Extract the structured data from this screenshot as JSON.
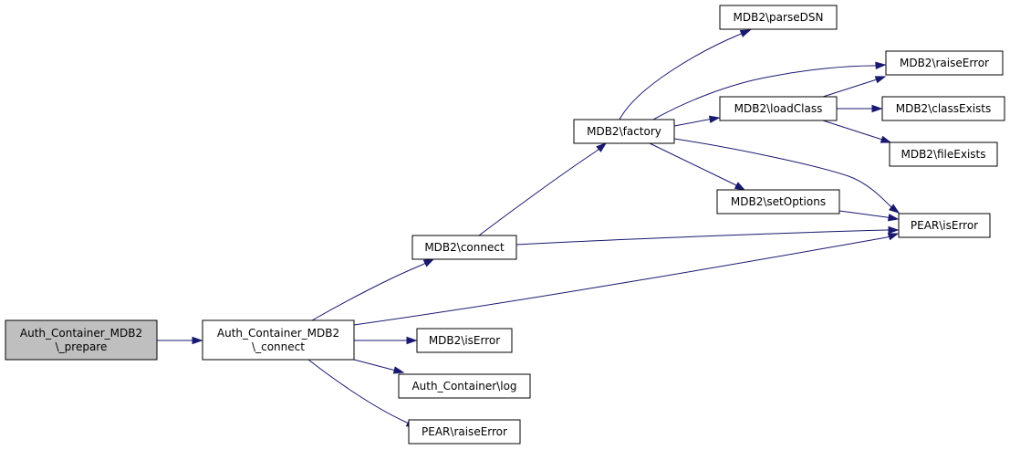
{
  "colors": {
    "root_fill": "#bfbfbf",
    "node_fill": "#ffffff",
    "edge": "#191970"
  },
  "nodes": [
    {
      "id": "root",
      "lines": [
        "Auth_Container_MDB2",
        "\\_prepare"
      ],
      "is_root": true
    },
    {
      "id": "connect_private",
      "lines": [
        "Auth_Container_MDB2",
        "\\_connect"
      ]
    },
    {
      "id": "mdb2_connect",
      "lines": [
        "MDB2\\connect"
      ]
    },
    {
      "id": "mdb2_iserror",
      "lines": [
        "MDB2\\isError"
      ]
    },
    {
      "id": "auth_log",
      "lines": [
        "Auth_Container\\log"
      ]
    },
    {
      "id": "pear_raiseerror",
      "lines": [
        "PEAR\\raiseError"
      ]
    },
    {
      "id": "mdb2_factory",
      "lines": [
        "MDB2\\factory"
      ]
    },
    {
      "id": "pear_iserror",
      "lines": [
        "PEAR\\isError"
      ]
    },
    {
      "id": "mdb2_parsedsn",
      "lines": [
        "MDB2\\parseDSN"
      ]
    },
    {
      "id": "mdb2_raiseerror",
      "lines": [
        "MDB2\\raiseError"
      ]
    },
    {
      "id": "mdb2_loadclass",
      "lines": [
        "MDB2\\loadClass"
      ]
    },
    {
      "id": "mdb2_setoptions",
      "lines": [
        "MDB2\\setOptions"
      ]
    },
    {
      "id": "mdb2_classexists",
      "lines": [
        "MDB2\\classExists"
      ]
    },
    {
      "id": "mdb2_fileexists",
      "lines": [
        "MDB2\\fileExists"
      ]
    }
  ],
  "edges": [
    {
      "from": "root",
      "to": "connect_private"
    },
    {
      "from": "connect_private",
      "to": "mdb2_connect"
    },
    {
      "from": "connect_private",
      "to": "pear_iserror"
    },
    {
      "from": "connect_private",
      "to": "mdb2_iserror"
    },
    {
      "from": "connect_private",
      "to": "auth_log"
    },
    {
      "from": "connect_private",
      "to": "pear_raiseerror"
    },
    {
      "from": "mdb2_connect",
      "to": "mdb2_factory"
    },
    {
      "from": "mdb2_connect",
      "to": "pear_iserror"
    },
    {
      "from": "mdb2_factory",
      "to": "mdb2_parsedsn"
    },
    {
      "from": "mdb2_factory",
      "to": "mdb2_raiseerror"
    },
    {
      "from": "mdb2_factory",
      "to": "mdb2_loadclass"
    },
    {
      "from": "mdb2_factory",
      "to": "pear_iserror"
    },
    {
      "from": "mdb2_factory",
      "to": "mdb2_setoptions"
    },
    {
      "from": "mdb2_loadclass",
      "to": "mdb2_raiseerror"
    },
    {
      "from": "mdb2_loadclass",
      "to": "mdb2_classexists"
    },
    {
      "from": "mdb2_loadclass",
      "to": "mdb2_fileexists"
    },
    {
      "from": "mdb2_setoptions",
      "to": "pear_iserror"
    }
  ]
}
